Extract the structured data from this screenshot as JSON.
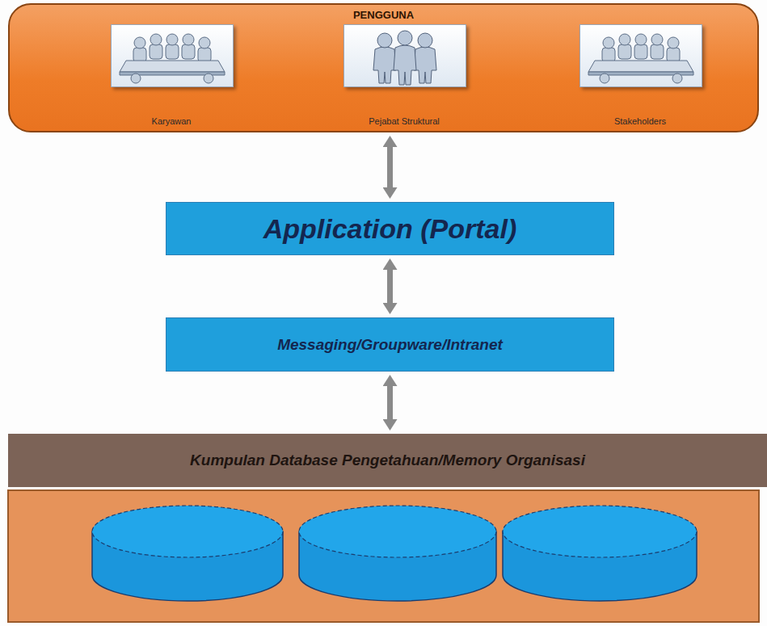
{
  "diagram": {
    "nodes": [
      {
        "text": [
          "PENGGUNA"
        ]
      },
      {
        "text": [
          "Karyawan"
        ],
        "in": 0
      },
      {
        "text": [
          "Pejabat Struktural"
        ],
        "in": 0
      },
      {
        "text": [
          "Stakeholders"
        ],
        "in": 0
      },
      {
        "text": [
          "Application (Portal)"
        ]
      },
      {
        "text": [
          "Messaging/Groupware/Intranet"
        ]
      },
      {
        "text": [
          "Kumpulan Database Pengetahuan/Memory Organisasi"
        ]
      }
    ],
    "edges": [
      {
        "from": 0,
        "to": 4,
        "arrow": "both"
      },
      {
        "from": 4,
        "to": 5,
        "arrow": "both"
      },
      {
        "from": 5,
        "to": 6,
        "arrow": "both"
      }
    ]
  }
}
